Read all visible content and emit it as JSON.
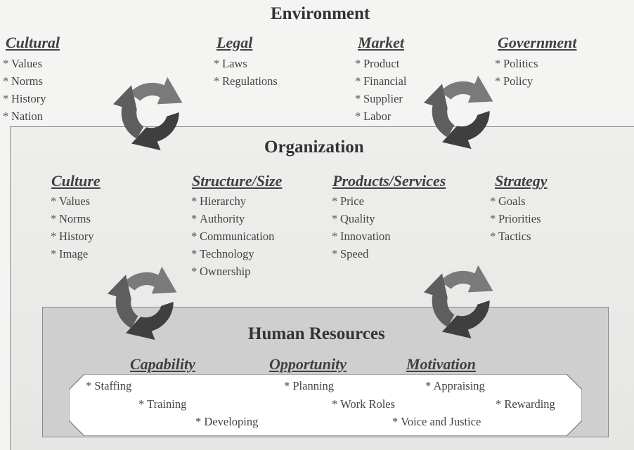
{
  "environment": {
    "title": "Environment",
    "categories": [
      {
        "name": "Cultural",
        "items": [
          "Values",
          "Norms",
          "History",
          "Nation"
        ]
      },
      {
        "name": "Legal",
        "items": [
          "Laws",
          "Regulations"
        ]
      },
      {
        "name": "Market",
        "items": [
          "Product",
          "Financial",
          "Supplier",
          "Labor"
        ]
      },
      {
        "name": "Government",
        "items": [
          "Politics",
          "Policy"
        ]
      }
    ]
  },
  "organization": {
    "title": "Organization",
    "categories": [
      {
        "name": "Culture",
        "items": [
          "Values",
          "Norms",
          "History",
          "Image"
        ]
      },
      {
        "name": "Structure/Size",
        "items": [
          "Hierarchy",
          "Authority",
          "Communication",
          "Technology",
          "Ownership"
        ]
      },
      {
        "name": "Products/Services",
        "items": [
          "Price",
          "Quality",
          "Innovation",
          "Speed"
        ]
      },
      {
        "name": "Strategy",
        "items": [
          "Goals",
          "Priorities",
          "Tactics"
        ]
      }
    ]
  },
  "human_resources": {
    "title": "Human Resources",
    "categories": [
      {
        "name": "Capability",
        "items": [
          "Staffing",
          "Training",
          "Developing"
        ]
      },
      {
        "name": "Opportunity",
        "items": [
          "Planning",
          "Work Roles",
          "Voice and Justice"
        ]
      },
      {
        "name": "Motivation",
        "items": [
          "Appraising",
          "Rewarding"
        ]
      }
    ]
  },
  "colors": {
    "cycle_light": "#7a7a7a",
    "cycle_dark": "#3f3f3f",
    "hr_box": "#cfcfcf",
    "hr_shape": "#ffffff"
  },
  "icons": [
    "cycle-arrows-icon"
  ]
}
